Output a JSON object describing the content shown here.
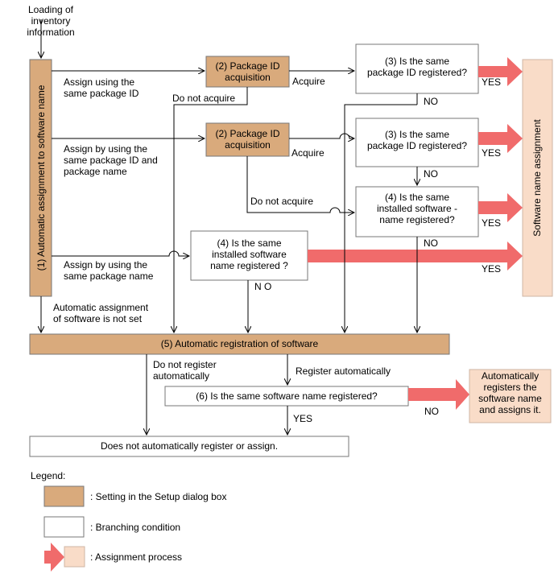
{
  "input_label": "Loading of\ninventory\ninformation",
  "left_box": "(1) Automatic assignment to software name",
  "right_box": "Software name assignment",
  "routes": {
    "r1": "Assign using the\nsame package ID",
    "r2": "Assign by using the\nsame package ID and\npackage name",
    "r3": "Assign by using the\nsame package name",
    "not_set": "Automatic assignment\nof software is not set"
  },
  "boxes": {
    "pkg_acq_1": "(2) Package ID\nacquisition",
    "pkg_acq_2": "(2) Package ID\nacquisition",
    "q3a": "(3) Is the same\npackage ID registered?",
    "q3b": "(3) Is the same\npackage ID registered?",
    "q4a": "(4) Is the same\ninstalled software -\nname registered?",
    "q4b": "(4) Is the same\ninstalled software\nname registered ?",
    "reg5": "(5) Automatic registration of software",
    "q6": "(6) Is the same software name registered?",
    "no_register": "Does not automatically register or assign.",
    "auto_assign": "Automatically\nregisters the\nsoftware name\nand assigns it."
  },
  "labels": {
    "acquire_1": "Acquire",
    "acquire_2": "Acquire",
    "do_not_acquire_1": "Do not acquire",
    "do_not_acquire_2": "Do not acquire",
    "no_1": "NO",
    "no_2": "NO",
    "no_3": "NO",
    "no_4": "N O",
    "no_5": "NO",
    "yes_1": "YES",
    "yes_2": "YES",
    "yes_3": "YES",
    "yes_4": "YES",
    "yes_5": "YES",
    "do_not_register": "Do not register\nautomatically",
    "register_auto": "Register automatically"
  },
  "legend": {
    "title": "Legend:",
    "setup": ": Setting in the Setup dialog box",
    "branch": ": Branching condition",
    "assign": ": Assignment process"
  },
  "colors": {
    "setting_box": "#d9aa7c",
    "assignment_box": "#f9dcc8",
    "arrow": "#f06b6b"
  }
}
